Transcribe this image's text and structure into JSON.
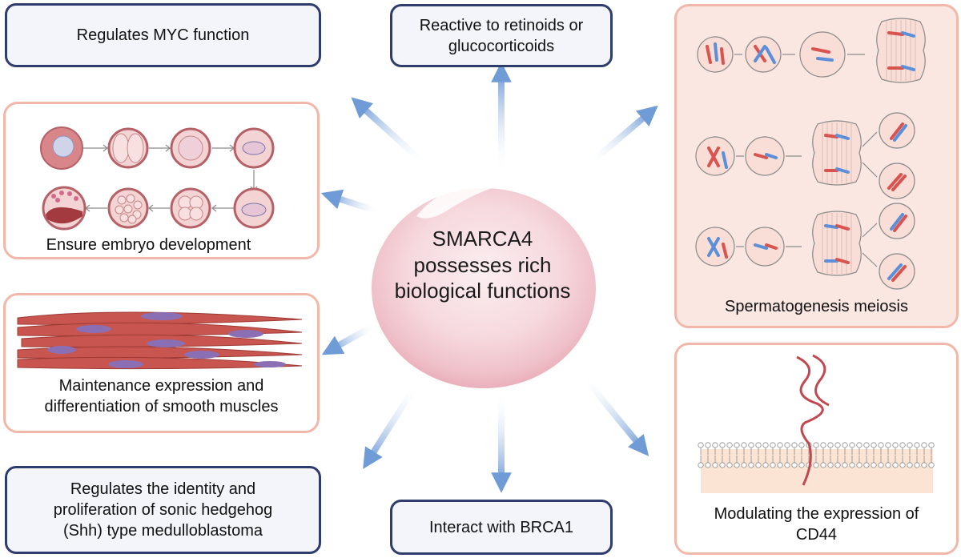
{
  "center": {
    "line1": "SMARCA4",
    "line2": "possesses rich",
    "line3": "biological functions"
  },
  "functions": {
    "myc": "Regulates MYC function",
    "retinoids_l1": "Reactive to retinoids or",
    "retinoids_l2": "glucocorticoids",
    "embryo": "Ensure embryo development",
    "smooth_l1": "Maintenance expression and",
    "smooth_l2": "differentiation of smooth muscles",
    "shh_l1": "Regulates the identity and",
    "shh_l2": "proliferation of sonic hedgehog",
    "shh_l3": "(Shh) type medulloblastoma",
    "brca1": "Interact with BRCA1",
    "cd44_l1": "Modulating the expression of",
    "cd44_l2": "CD44",
    "meiosis": "Spermatogenesis meiosis"
  },
  "colors": {
    "navy_border": "#2e3d6b",
    "pink_border": "#f1b7a9",
    "arrow_blue": "#6f9bd6",
    "chromosome_red": "#d9534f",
    "chromosome_blue": "#5b8fd9",
    "center_sphere": "#f4cfd6"
  }
}
